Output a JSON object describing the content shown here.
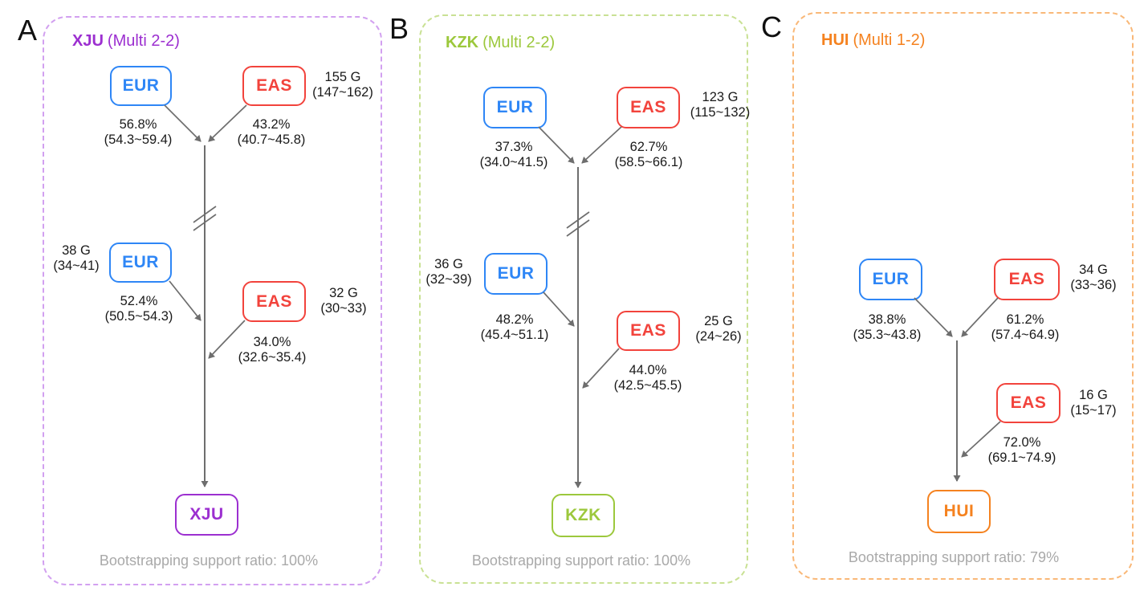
{
  "panels": [
    {
      "letter": "A",
      "name": "XJU",
      "model": "(Multi 2-2)",
      "bootstrap": "Bootstrapping support ratio: 100%",
      "nodes": {
        "top_eur": "EUR",
        "top_eas": "EAS",
        "mid_eur": "EUR",
        "mid_eas": "EAS",
        "terminal": "XJU"
      },
      "generations": {
        "top": [
          "155 G",
          "(147~162)"
        ],
        "mid_left": [
          "38 G",
          "(34~41)"
        ],
        "mid_right": [
          "32 G",
          "(30~33)"
        ]
      },
      "percents": {
        "top_left": [
          "56.8%",
          "(54.3~59.4)"
        ],
        "top_right": [
          "43.2%",
          "(40.7~45.8)"
        ],
        "mid_left": [
          "52.4%",
          "(50.5~54.3)"
        ],
        "mid_right": [
          "34.0%",
          "(32.6~35.4)"
        ]
      }
    },
    {
      "letter": "B",
      "name": "KZK",
      "model": "(Multi 2-2)",
      "bootstrap": "Bootstrapping support ratio: 100%",
      "nodes": {
        "top_eur": "EUR",
        "top_eas": "EAS",
        "mid_eur": "EUR",
        "mid_eas": "EAS",
        "terminal": "KZK"
      },
      "generations": {
        "top": [
          "123 G",
          "(115~132)"
        ],
        "mid_left": [
          "36 G",
          "(32~39)"
        ],
        "mid_right": [
          "25 G",
          "(24~26)"
        ]
      },
      "percents": {
        "top_left": [
          "37.3%",
          "(34.0~41.5)"
        ],
        "top_right": [
          "62.7%",
          "(58.5~66.1)"
        ],
        "mid_left": [
          "48.2%",
          "(45.4~51.1)"
        ],
        "mid_right": [
          "44.0%",
          "(42.5~45.5)"
        ]
      }
    },
    {
      "letter": "C",
      "name": "HUI",
      "model": "(Multi 1-2)",
      "bootstrap": "Bootstrapping support ratio: 79%",
      "nodes": {
        "top_eur": "EUR",
        "top_eas": "EAS",
        "bottom_eas": "EAS",
        "terminal": "HUI"
      },
      "generations": {
        "top": [
          "34 G",
          "(33~36)"
        ],
        "bottom": [
          "16 G",
          "(15~17)"
        ]
      },
      "percents": {
        "top_left": [
          "38.8%",
          "(35.3~43.8)"
        ],
        "top_right": [
          "61.2%",
          "(57.4~64.9)"
        ],
        "bottom": [
          "72.0%",
          "(69.1~74.9)"
        ]
      }
    }
  ],
  "colors": {
    "panel_a_accent": "#9c2fd0",
    "panel_a_border": "#d2a0f0",
    "panel_b_accent": "#9cc83c",
    "panel_b_border": "#c9e194",
    "panel_c_accent": "#f5821f",
    "panel_c_border": "#f9b878",
    "eur_blue": "#2e86f6",
    "eas_red": "#f2433c",
    "line_gray": "#6e6e6e",
    "bootstrap_gray": "#a9a9a9"
  }
}
